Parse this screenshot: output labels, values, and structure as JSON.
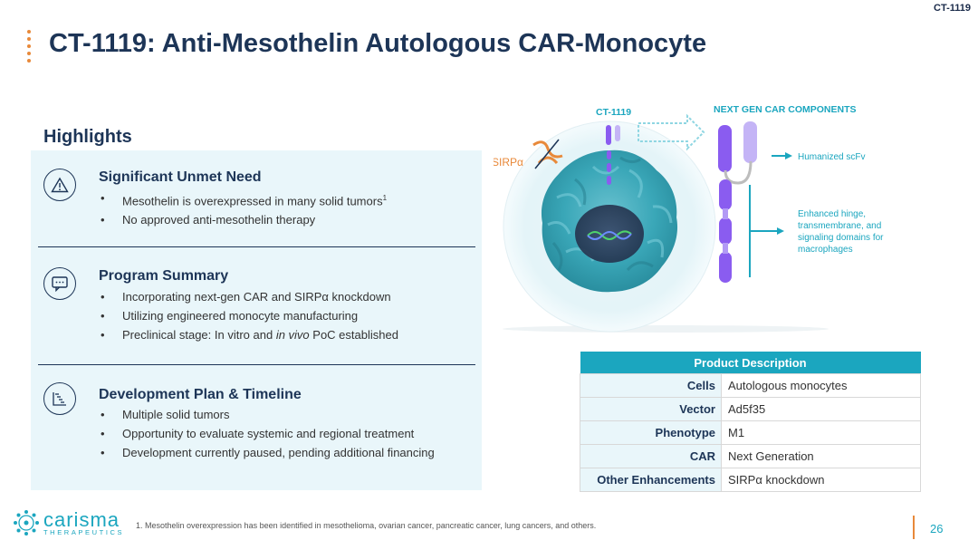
{
  "header": {
    "tag": "CT-1119",
    "title": "CT-1119: Anti-Mesothelin Autologous CAR-Monocyte"
  },
  "highlights": {
    "heading": "Highlights",
    "sections": [
      {
        "title": "Significant Unmet Need",
        "icon": "warning-triangle-icon",
        "bullets": [
          "Mesothelin is overexpressed in many solid tumors",
          "No approved anti-mesothelin therapy"
        ],
        "footnote_marker": "1"
      },
      {
        "title": "Program Summary",
        "icon": "chat-bubble-icon",
        "bullets": [
          "Incorporating next-gen CAR and SIRPα knockdown",
          "Utilizing engineered monocyte manufacturing"
        ],
        "bullet3_prefix": "Preclinical stage: In vitro and ",
        "bullet3_italic": "in vivo",
        "bullet3_suffix": " PoC established"
      },
      {
        "title": "Development Plan & Timeline",
        "icon": "timeline-chart-icon",
        "bullets": [
          "Multiple solid tumors",
          "Opportunity to evaluate systemic and regional treatment",
          "Development currently paused, pending additional financing"
        ]
      }
    ]
  },
  "figure": {
    "ct_label": "CT-1119",
    "sirp_label": "SIRPα",
    "components_heading": "NEXT GEN CAR COMPONENTS",
    "scfv_label": "Humanized scFv",
    "hinge_label_lines": [
      "Enhanced hinge,",
      "transmembrane, and",
      "signaling domains for",
      "macrophages"
    ],
    "colors": {
      "teal": "#1ba6bf",
      "purple": "#8a5cf0",
      "cell": "#3aa7b8",
      "sirp": "#e8893a"
    }
  },
  "product": {
    "heading": "Product Description",
    "rows": [
      {
        "key": "Cells",
        "value": "Autologous monocytes"
      },
      {
        "key": "Vector",
        "value": "Ad5f35"
      },
      {
        "key": "Phenotype",
        "value": "M1"
      },
      {
        "key": "CAR",
        "value": "Next Generation"
      },
      {
        "key": "Other Enhancements",
        "value": "SIRPα knockdown"
      }
    ]
  },
  "footer": {
    "logo_name": "carisma",
    "logo_sub": "THERAPEUTICS",
    "footnote": "1. Mesothelin overexpression has been identified in mesothelioma, ovarian cancer, pancreatic cancer, lung cancers, and others.",
    "page_number": "26"
  }
}
